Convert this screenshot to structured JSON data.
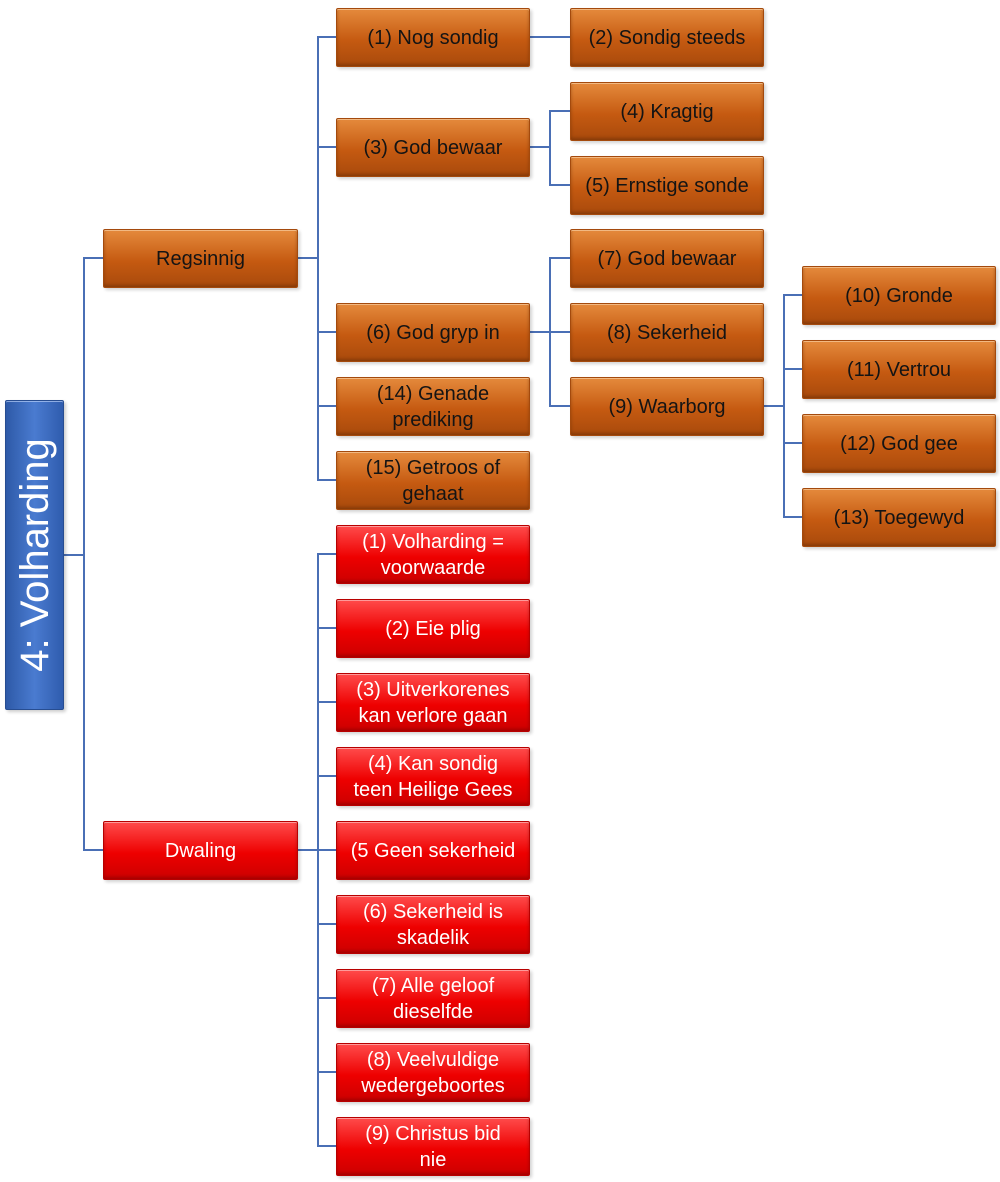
{
  "root": {
    "label": "4: Volharding",
    "color": "#4472c4"
  },
  "colors": {
    "orange": "#c55a11",
    "red": "#ff0000",
    "connector": "#4a6fb5"
  },
  "regsinnig": {
    "label": "Regsinnig",
    "n1": "(1) Nog sondig",
    "n2": "(2) Sondig steeds",
    "n3": "(3) God bewaar",
    "n4": "(4) Kragtig",
    "n5": "(5) Ernstige sonde",
    "n6": "(6) God gryp in",
    "n7": "(7) God bewaar",
    "n8": "(8) Sekerheid",
    "n9": "(9) Waarborg",
    "n10": "(10) Gronde",
    "n11": "(11) Vertrou",
    "n12": "(12) God gee",
    "n13": "(13) Toegewyd",
    "n14": "(14) Genade\nprediking",
    "n15": "(15) Getroos of\ngehaat"
  },
  "dwaling": {
    "label": "Dwaling",
    "items": [
      "(1) Volharding =\nvoorwaarde",
      "(2) Eie plig",
      "(3) Uitverkorenes\nkan verlore gaan",
      "(4) Kan sondig\nteen Heilige Gees",
      "(5 Geen sekerheid",
      "(6) Sekerheid is\nskadelik",
      "(7) Alle geloof\ndieselfde",
      "(8) Veelvuldige\nwedergeboortes",
      "(9) Christus bid\nnie"
    ]
  }
}
